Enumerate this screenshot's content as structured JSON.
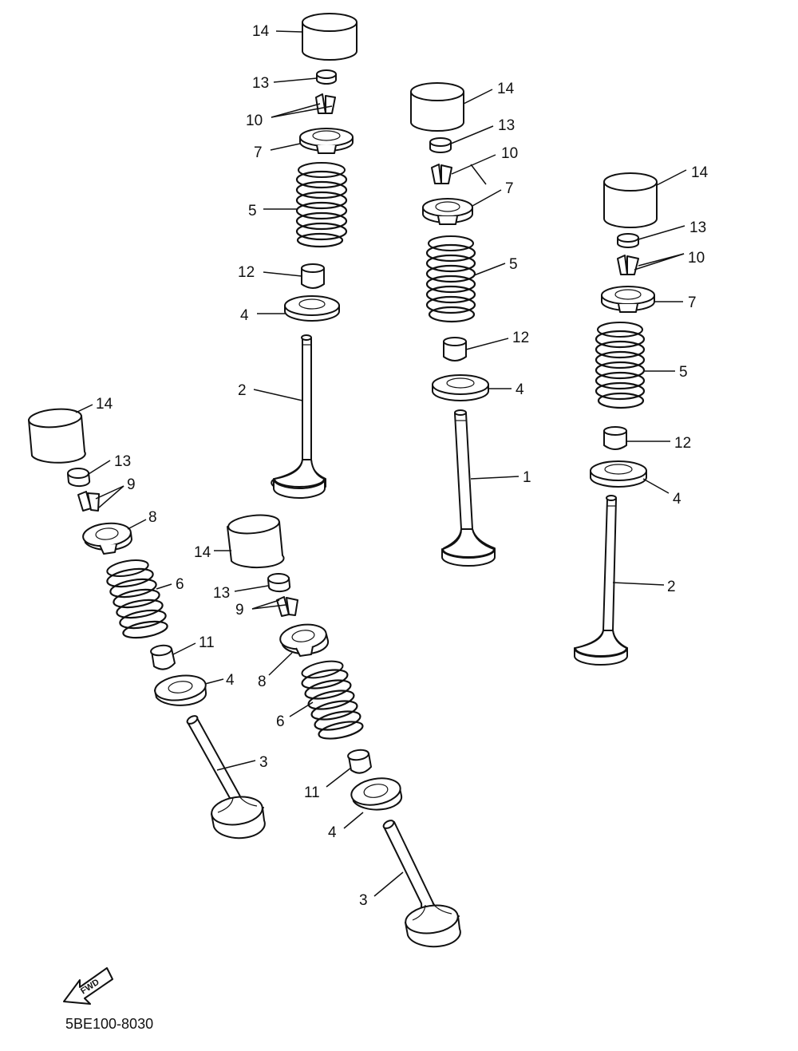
{
  "diagram_code": "5BE100-8030",
  "fwd_label": "FWD",
  "callouts": {
    "a_14": "14",
    "a_13": "13",
    "a_10": "10",
    "a_7": "7",
    "a_5": "5",
    "a_12": "12",
    "a_4": "4",
    "a_2": "2",
    "b_14": "14",
    "b_13": "13",
    "b_10": "10",
    "b_7": "7",
    "b_5": "5",
    "b_12": "12",
    "b_4": "4",
    "b_1": "1",
    "c_14": "14",
    "c_13": "13",
    "c_10": "10",
    "c_7": "7",
    "c_5": "5",
    "c_12": "12",
    "c_4": "4",
    "c_2": "2",
    "d_14": "14",
    "d_13": "13",
    "d_9": "9",
    "d_8": "8",
    "d_6": "6",
    "d_11": "11",
    "d_4": "4",
    "d_3": "3",
    "e_14": "14",
    "e_13": "13",
    "e_9": "9",
    "e_8": "8",
    "e_6": "6",
    "e_11": "11",
    "e_4": "4",
    "e_3": "3"
  }
}
